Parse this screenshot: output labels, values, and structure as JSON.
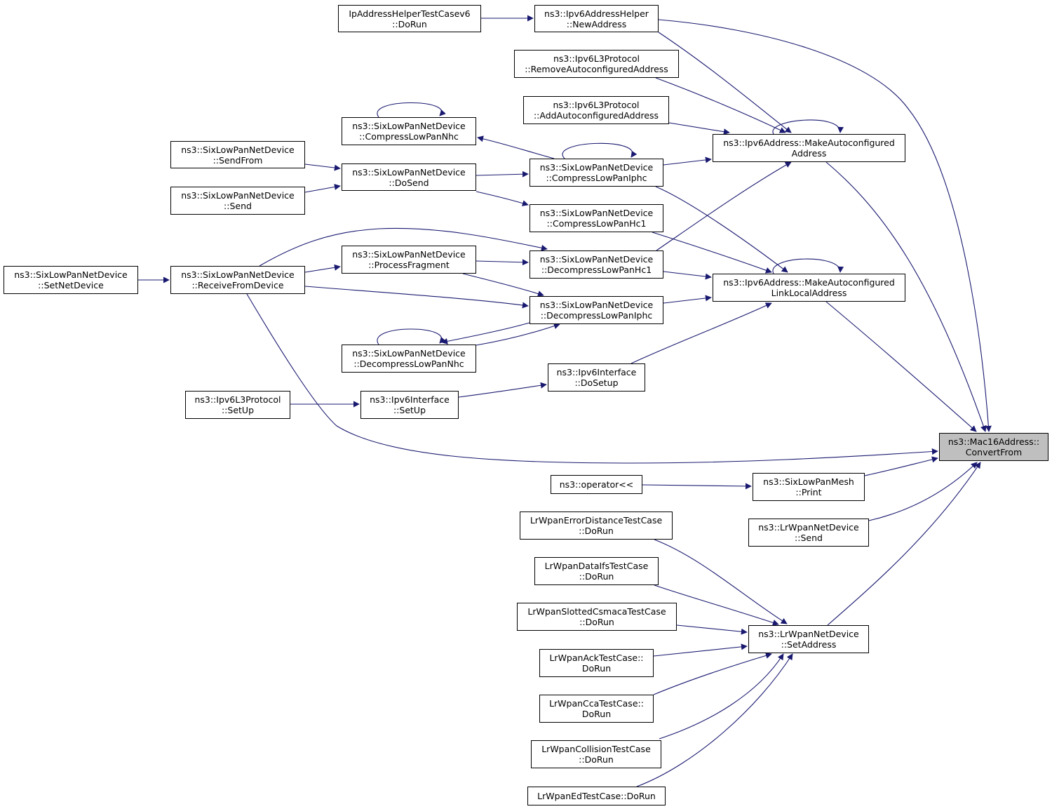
{
  "nodes": [
    {
      "id": "n_conv",
      "name": "node-mac16address-convertfrom",
      "lines": [
        "ns3::Mac16Address::",
        "ConvertFrom"
      ],
      "focus": true
    },
    {
      "id": "n_iphtc",
      "name": "node-ipaddresshelpertestcasev6-dorun",
      "lines": [
        "IpAddressHelperTestCasev6",
        "::DoRun"
      ]
    },
    {
      "id": "n_newaddr",
      "name": "node-ipv6addresshelper-newaddress",
      "lines": [
        "ns3::Ipv6AddressHelper",
        "::NewAddress"
      ]
    },
    {
      "id": "n_remauto",
      "name": "node-ipv6l3protocol-removeautoconfiguredaddress",
      "lines": [
        "ns3::Ipv6L3Protocol",
        "::RemoveAutoconfiguredAddress"
      ]
    },
    {
      "id": "n_addauto",
      "name": "node-ipv6l3protocol-addautoconfiguredaddress",
      "lines": [
        "ns3::Ipv6L3Protocol",
        "::AddAutoconfiguredAddress"
      ]
    },
    {
      "id": "n_mkauto",
      "name": "node-ipv6address-makeautoconfiguredaddress",
      "lines": [
        "ns3::Ipv6Address::MakeAutoconfigured",
        "Address"
      ]
    },
    {
      "id": "n_cnhc",
      "name": "node-sixlowpan-compresslowpannhc",
      "lines": [
        "ns3::SixLowPanNetDevice",
        "::CompressLowPanNhc"
      ]
    },
    {
      "id": "n_sendfrom",
      "name": "node-sixlowpan-sendfrom",
      "lines": [
        "ns3::SixLowPanNetDevice",
        "::SendFrom"
      ]
    },
    {
      "id": "n_dosend",
      "name": "node-sixlowpan-dosend",
      "lines": [
        "ns3::SixLowPanNetDevice",
        "::DoSend"
      ]
    },
    {
      "id": "n_cliphc",
      "name": "node-sixlowpan-compresslowpaniphc",
      "lines": [
        "ns3::SixLowPanNetDevice",
        "::CompressLowPanIphc"
      ]
    },
    {
      "id": "n_send6",
      "name": "node-sixlowpan-send",
      "lines": [
        "ns3::SixLowPanNetDevice",
        "::Send"
      ]
    },
    {
      "id": "n_chc1",
      "name": "node-sixlowpan-compresslowpanhc1",
      "lines": [
        "ns3::SixLowPanNetDevice",
        "::CompressLowPanHc1"
      ]
    },
    {
      "id": "n_setnd",
      "name": "node-sixlowpan-setnetdevice",
      "lines": [
        "ns3::SixLowPanNetDevice",
        "::SetNetDevice"
      ]
    },
    {
      "id": "n_recv",
      "name": "node-sixlowpan-receivefromdevice",
      "lines": [
        "ns3::SixLowPanNetDevice",
        "::ReceiveFromDevice"
      ]
    },
    {
      "id": "n_procf",
      "name": "node-sixlowpan-processfragment",
      "lines": [
        "ns3::SixLowPanNetDevice",
        "::ProcessFragment"
      ]
    },
    {
      "id": "n_dhc1",
      "name": "node-sixlowpan-decompresslowpanhc1",
      "lines": [
        "ns3::SixLowPanNetDevice",
        "::DecompressLowPanHc1"
      ]
    },
    {
      "id": "n_mkll",
      "name": "node-ipv6address-makeautoconfiguredlinklocaladdress",
      "lines": [
        "ns3::Ipv6Address::MakeAutoconfigured",
        "LinkLocalAddress"
      ]
    },
    {
      "id": "n_diphc",
      "name": "node-sixlowpan-decompresslowpaniphc",
      "lines": [
        "ns3::SixLowPanNetDevice",
        "::DecompressLowPanIphc"
      ]
    },
    {
      "id": "n_dnhc",
      "name": "node-sixlowpan-decompresslowpannhc",
      "lines": [
        "ns3::SixLowPanNetDevice",
        "::DecompressLowPanNhc"
      ]
    },
    {
      "id": "n_ifdos",
      "name": "node-ipv6interface-dosetup",
      "lines": [
        "ns3::Ipv6Interface",
        "::DoSetup"
      ]
    },
    {
      "id": "n_l3setup",
      "name": "node-ipv6l3protocol-setup",
      "lines": [
        "ns3::Ipv6L3Protocol",
        "::SetUp"
      ]
    },
    {
      "id": "n_ifsetup",
      "name": "node-ipv6interface-setup",
      "lines": [
        "ns3::Ipv6Interface",
        "::SetUp"
      ]
    },
    {
      "id": "n_oper",
      "name": "node-operator-stream",
      "lines": [
        "ns3::operator<<"
      ]
    },
    {
      "id": "n_mprint",
      "name": "node-sixlowpanmesh-print",
      "lines": [
        "ns3::SixLowPanMesh",
        "::Print"
      ]
    },
    {
      "id": "n_lrsend",
      "name": "node-lrwpannetdevice-send",
      "lines": [
        "ns3::LrWpanNetDevice",
        "::Send"
      ]
    },
    {
      "id": "n_errd",
      "name": "node-lrwpanerrordistancetestcase-dorun",
      "lines": [
        "LrWpanErrorDistanceTestCase",
        "::DoRun"
      ]
    },
    {
      "id": "n_difs",
      "name": "node-lrwpandataifstestcase-dorun",
      "lines": [
        "LrWpanDataIfsTestCase",
        "::DoRun"
      ]
    },
    {
      "id": "n_slot",
      "name": "node-lrwpanslottedcsmacatestcase-dorun",
      "lines": [
        "LrWpanSlottedCsmacaTestCase",
        "::DoRun"
      ]
    },
    {
      "id": "n_setaddr",
      "name": "node-lrwpannetdevice-setaddress",
      "lines": [
        "ns3::LrWpanNetDevice",
        "::SetAddress"
      ]
    },
    {
      "id": "n_ack",
      "name": "node-lrwpanacktestcase-dorun",
      "lines": [
        "LrWpanAckTestCase::",
        "DoRun"
      ]
    },
    {
      "id": "n_cca",
      "name": "node-lrwpanccatestcase-dorun",
      "lines": [
        "LrWpanCcaTestCase::",
        "DoRun"
      ]
    },
    {
      "id": "n_coll",
      "name": "node-lrwpancollisiontestcase-dorun",
      "lines": [
        "LrWpanCollisionTestCase",
        "::DoRun"
      ]
    },
    {
      "id": "n_ed",
      "name": "node-lrwpanedtestcase-dorun",
      "lines": [
        "LrWpanEdTestCase::DoRun"
      ]
    }
  ],
  "edges": [
    {
      "from": "n_iphtc",
      "to": "n_newaddr"
    },
    {
      "from": "n_newaddr",
      "to": "n_mkauto"
    },
    {
      "from": "n_newaddr",
      "to": "n_conv"
    },
    {
      "from": "n_remauto",
      "to": "n_mkauto"
    },
    {
      "from": "n_addauto",
      "to": "n_mkauto"
    },
    {
      "from": "n_mkauto",
      "to": "n_mkauto"
    },
    {
      "from": "n_mkauto",
      "to": "n_conv"
    },
    {
      "from": "n_cnhc",
      "to": "n_cnhc"
    },
    {
      "from": "n_cliphc",
      "to": "n_cnhc"
    },
    {
      "from": "n_cliphc",
      "to": "n_cliphc"
    },
    {
      "from": "n_cliphc",
      "to": "n_mkauto"
    },
    {
      "from": "n_cliphc",
      "to": "n_mkll"
    },
    {
      "from": "n_sendfrom",
      "to": "n_dosend"
    },
    {
      "from": "n_send6",
      "to": "n_dosend"
    },
    {
      "from": "n_dosend",
      "to": "n_cliphc"
    },
    {
      "from": "n_dosend",
      "to": "n_chc1"
    },
    {
      "from": "n_chc1",
      "to": "n_mkll"
    },
    {
      "from": "n_setnd",
      "to": "n_recv"
    },
    {
      "from": "n_recv",
      "to": "n_procf"
    },
    {
      "from": "n_recv",
      "to": "n_dhc1"
    },
    {
      "from": "n_recv",
      "to": "n_diphc"
    },
    {
      "from": "n_recv",
      "to": "n_conv"
    },
    {
      "from": "n_procf",
      "to": "n_dhc1"
    },
    {
      "from": "n_procf",
      "to": "n_diphc"
    },
    {
      "from": "n_dhc1",
      "to": "n_mkauto"
    },
    {
      "from": "n_dhc1",
      "to": "n_mkll"
    },
    {
      "from": "n_diphc",
      "to": "n_mkll"
    },
    {
      "from": "n_diphc",
      "to": "n_dnhc"
    },
    {
      "from": "n_dnhc",
      "to": "n_dnhc"
    },
    {
      "from": "n_dnhc",
      "to": "n_diphc"
    },
    {
      "from": "n_mkll",
      "to": "n_mkll"
    },
    {
      "from": "n_mkll",
      "to": "n_conv"
    },
    {
      "from": "n_ifdos",
      "to": "n_mkll"
    },
    {
      "from": "n_l3setup",
      "to": "n_ifsetup"
    },
    {
      "from": "n_ifsetup",
      "to": "n_ifdos"
    },
    {
      "from": "n_oper",
      "to": "n_mprint"
    },
    {
      "from": "n_mprint",
      "to": "n_conv"
    },
    {
      "from": "n_lrsend",
      "to": "n_conv"
    },
    {
      "from": "n_setaddr",
      "to": "n_conv"
    },
    {
      "from": "n_errd",
      "to": "n_setaddr"
    },
    {
      "from": "n_difs",
      "to": "n_setaddr"
    },
    {
      "from": "n_slot",
      "to": "n_setaddr"
    },
    {
      "from": "n_ack",
      "to": "n_setaddr"
    },
    {
      "from": "n_cca",
      "to": "n_setaddr"
    },
    {
      "from": "n_coll",
      "to": "n_setaddr"
    },
    {
      "from": "n_ed",
      "to": "n_setaddr"
    }
  ],
  "colors": {
    "edge": "#191970",
    "node_border": "#000000",
    "focus_fill": "#bfbfbf"
  }
}
